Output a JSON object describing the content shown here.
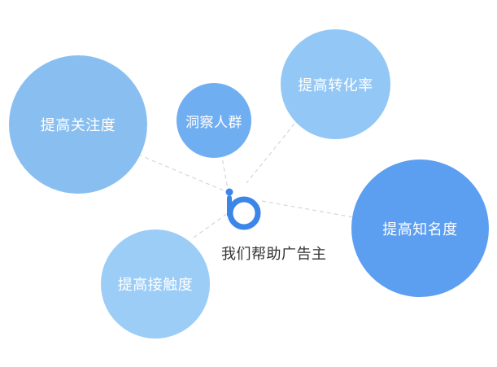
{
  "bubbles": {
    "attention": "提高关注度",
    "insight": "洞察人群",
    "conversion": "提高转化率",
    "awareness": "提高知名度",
    "contact": "提高接触度"
  },
  "center": {
    "label": "我们帮助广告主",
    "logo": "b-logo-icon"
  },
  "colors": {
    "accent": "#3b86e8",
    "connector": "#cfd8e3",
    "text": "#333333"
  }
}
